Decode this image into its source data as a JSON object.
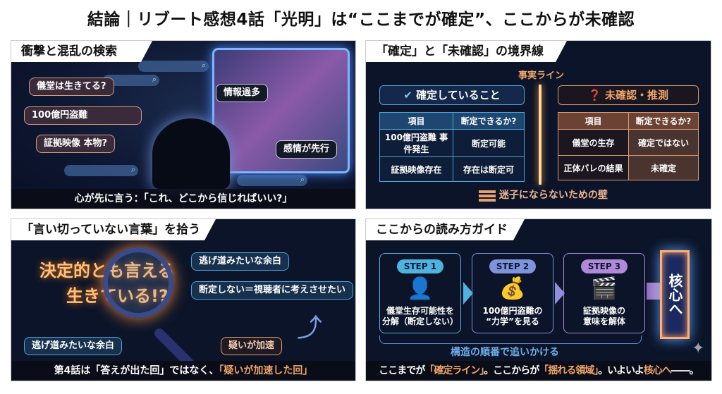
{
  "title": "結論｜リブート感想4話「光明」は“ここまでが確定”、ここからが未確認",
  "panel1": {
    "tab": "衝撃と混乱の検索",
    "bubbles": [
      "儀堂は生きてる?",
      "100億円盗難",
      "証拠映像 本物?"
    ],
    "screen_labels": [
      "情報過多",
      "感情が先行"
    ],
    "caption": "心が先に言う：「これ、どこから信じればいい?」"
  },
  "panel2": {
    "tab": "「確定」と「未確認」の境界線",
    "fact_line": "事実ライン",
    "confirmed": {
      "header": "確定していること",
      "cols": [
        "項目",
        "断定できるか?"
      ],
      "rows": [
        [
          "100億円盗難 事件発生",
          "断定可能"
        ],
        [
          "証拠映像存在",
          "存在は断定可"
        ]
      ]
    },
    "unconfirmed": {
      "header": "未確認・推測",
      "cols": [
        "項目",
        "断定できるか?"
      ],
      "rows": [
        [
          "儀堂の生存",
          "確定ではない"
        ],
        [
          "正体バレの結果",
          "未確定"
        ]
      ]
    },
    "wall": "迷子にならないための壁"
  },
  "panel3": {
    "tab": "「言い切っていない言葉」を拾う",
    "quote_line1": "決定的とも言える",
    "quote_line2": "生きている!?",
    "bubbles": [
      "逃げ道みたいな余白",
      "断定しない＝視聴者に考えさせたい",
      "逃げ道みたいな余白",
      "疑いが加速"
    ],
    "caption_parts": [
      "第4話は「答えが出た回」ではなく、",
      "「疑いが加速した回」"
    ]
  },
  "panel4": {
    "tab": "ここからの読み方ガイド",
    "steps": [
      {
        "label": "STEP 1",
        "text1": "儀堂生存可能性を",
        "text2": "分解（断定しない）",
        "color": "#4fb3e0"
      },
      {
        "label": "STEP 2",
        "text1": "100億円盗難の",
        "text2": "“力学”を見る",
        "color": "#7f93dc"
      },
      {
        "label": "STEP 3",
        "text1": "証拠映像の",
        "text2": "意味を解体",
        "color": "#b08ad8"
      }
    ],
    "door": "核心へ",
    "bracket_label": "構造の順番で追いかける",
    "caption_parts": [
      "ここまでが",
      "「確定ライン」",
      "。ここからが",
      "「揺れる領域」",
      "。いよいよ",
      "核心へ",
      "――。"
    ]
  }
}
